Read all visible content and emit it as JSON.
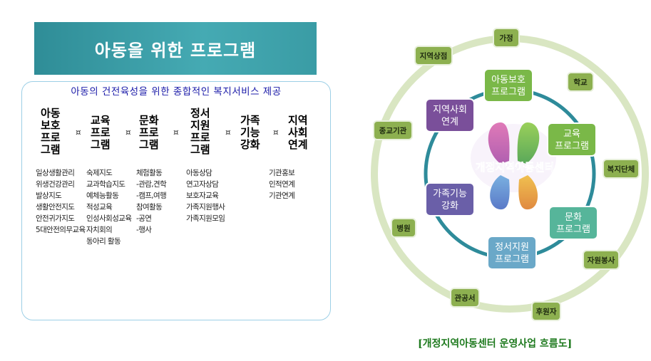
{
  "left_panel": {
    "title": "아동을 위한 프로그램",
    "subtitle": "아동의 건전육성을 위한 종합적인 복지서비스 제공",
    "separator": "¤",
    "columns": [
      {
        "heading": "아동\n보호\n프로\n그램",
        "items": [
          "일상생활관리",
          "위생건강관리",
          "발상지도",
          "생활안전지도",
          "안전귀가지도",
          "5대안전의무교육"
        ]
      },
      {
        "heading": "교육\n프로\n그램",
        "items": [
          "숙제지도",
          "교과학습지도",
          "예체능활동",
          "적성교육",
          "인성사회성교육",
          "자치회의",
          "동아리 활동"
        ]
      },
      {
        "heading": "문화\n프로\n그램",
        "items": [
          "체험활동",
          "-관람,견학",
          "-캠프,여행",
          "참여활동",
          "-공연",
          "-행사"
        ]
      },
      {
        "heading": "정서\n지원\n프로\n그램",
        "items": [
          "아동상담",
          "연고자상담",
          "보호자교육",
          "가족지원행사",
          "가족지원모임"
        ]
      },
      {
        "heading": "가족\n기능\n강화",
        "items": []
      },
      {
        "heading": "지역\n사회\n연계",
        "items": [
          "기관홍보",
          "인적연계",
          "기관연계"
        ]
      }
    ]
  },
  "diagram": {
    "center_label": "개정지역아동센터",
    "inner_nodes": [
      "아동보호\n프로그램",
      "교육\n프로그램",
      "문화\n프로그램",
      "정서지원\n프로그램",
      "가족기능\n강화",
      "지역사회\n연계"
    ],
    "outer_nodes": [
      "가정",
      "학교",
      "복지단체",
      "자원봉사",
      "후원자",
      "관공서",
      "병원",
      "종교기관",
      "지역상점"
    ],
    "caption": "[개정지역아동센터 운영사업 흐름도]",
    "colors": {
      "outer_ring": "#d7e4c0",
      "inner_ring": "#2e8b9a",
      "outer_node": "#8db050",
      "protect": "#7ab848",
      "culture": "#56b59a",
      "emotion": "#6aa8c8",
      "family": "#6a5fa8",
      "community": "#7a4f9a"
    }
  }
}
